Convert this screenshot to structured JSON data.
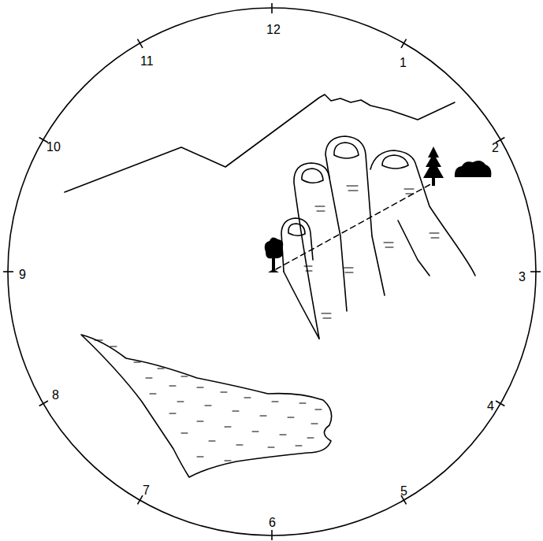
{
  "diagram": {
    "labels": [
      "12",
      "11",
      "1",
      "10",
      "2",
      "9",
      "3",
      "8",
      "4",
      "7",
      "5",
      "6"
    ]
  }
}
